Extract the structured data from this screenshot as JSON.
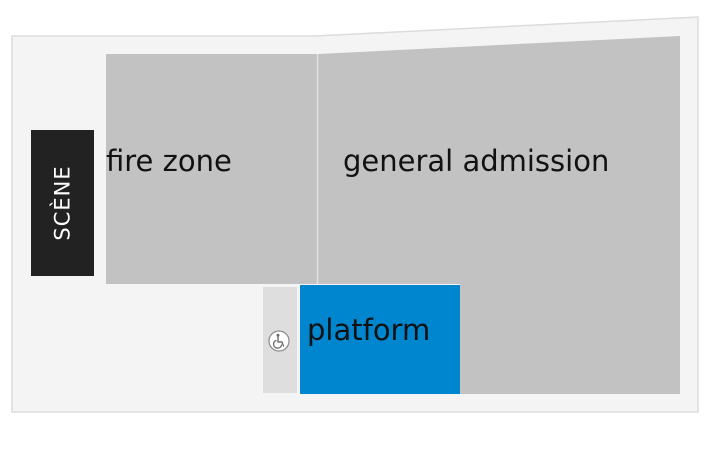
{
  "map": {
    "stage_label": "SCÈNE",
    "zones": [
      {
        "id": "fire-zone",
        "label": "fire zone"
      },
      {
        "id": "general-admission",
        "label": "general admission"
      },
      {
        "id": "platform",
        "label": "platform"
      }
    ],
    "icons": {
      "accessible": "wheelchair-icon"
    },
    "colors": {
      "background": "#f4f4f4",
      "border": "#dedede",
      "zone_fill": "#c2c2c2",
      "zone_divider": "#e0e0e0",
      "stage_fill": "#222222",
      "platform_fill": "#0086cf",
      "accessible_area_fill": "#dedede"
    }
  }
}
